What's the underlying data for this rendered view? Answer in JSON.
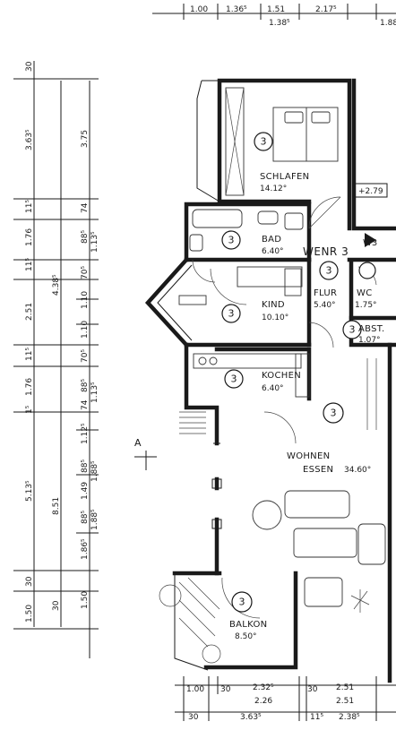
{
  "apartment": {
    "label": "WENR 3"
  },
  "section_marker": {
    "label": "A"
  },
  "rooms": [
    {
      "id": "schlafen",
      "name": "SCHLAFEN",
      "area": "14.12°",
      "badge": "3"
    },
    {
      "id": "bad",
      "name": "BAD",
      "area": "6.40°",
      "badge": "3"
    },
    {
      "id": "kind",
      "name": "KIND",
      "area": "10.10°",
      "badge": "3"
    },
    {
      "id": "flur",
      "name": "FLUR",
      "area": "5.40°",
      "badge": "3"
    },
    {
      "id": "wc",
      "name": "WC",
      "area": "1.75°",
      "badge": ""
    },
    {
      "id": "abst",
      "name": "ABST.",
      "area": "1.07°",
      "badge": "3"
    },
    {
      "id": "kochen",
      "name": "KOCHEN",
      "area": "6.40°",
      "badge": "3"
    },
    {
      "id": "wohnen",
      "name": "WOHNEN",
      "name2": "ESSEN",
      "area": "34.60°",
      "badge": "3"
    },
    {
      "id": "balkon",
      "name": "BALKON",
      "area": "8.50°",
      "badge": "3"
    }
  ],
  "markers": {
    "w3": "W3",
    "plus_279": "+2.79"
  },
  "dimensions": {
    "top": [
      "1.00",
      "1.36⁵",
      "1.51",
      "1.38⁵",
      "2.17⁵",
      "1.88"
    ],
    "left_outer": [
      "30",
      "3.63⁵",
      "11⁵",
      "1.76",
      "11⁵",
      "2.51",
      "11⁵",
      "1.76",
      "1⁵",
      "5.13⁵",
      "30",
      "1.50"
    ],
    "left_mid": [
      "4.38⁵",
      "8.51"
    ],
    "left_inner": [
      "3.75",
      "74",
      "88⁵",
      "1.13⁵",
      "70⁵",
      "1.10",
      "1.10",
      "70⁵",
      "88⁵",
      "1.13⁵",
      "74",
      "1.12⁵",
      "88⁵",
      "1.88⁵",
      "1.49",
      "88⁵",
      "1.88⁵",
      "1.86⁵",
      "30",
      "1.50"
    ],
    "bottom_row1": [
      "1.00",
      "30",
      "2.32⁵",
      "30",
      "2.51"
    ],
    "bottom_row1_sub": [
      "2.26",
      "2.51"
    ],
    "bottom_row2": [
      "30",
      "3.63⁵",
      "11⁵",
      "2.38⁵"
    ]
  }
}
